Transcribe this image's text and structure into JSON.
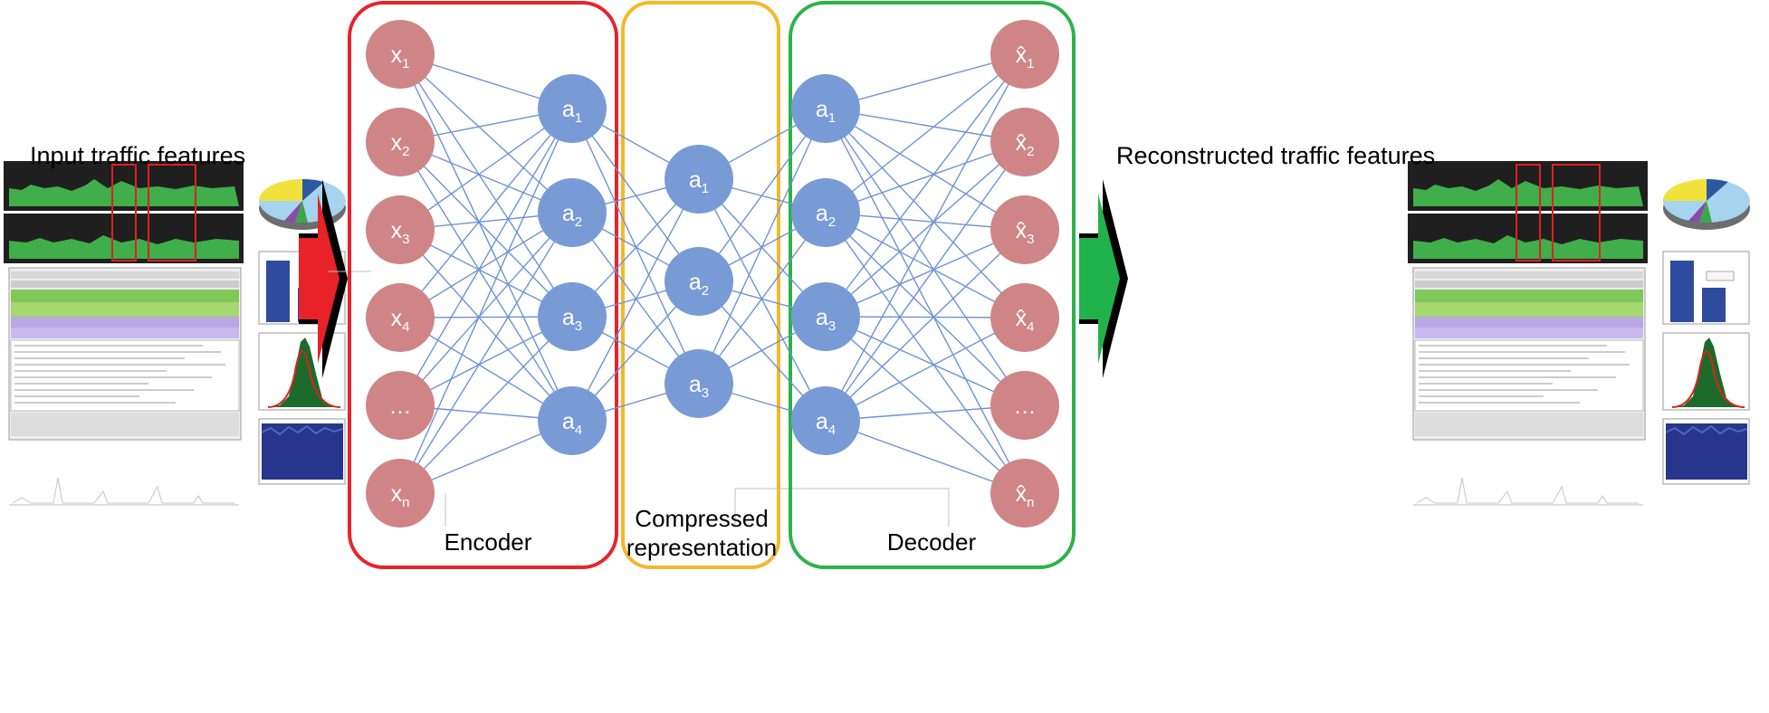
{
  "input_title": "Input traffic features",
  "output_title": "Reconstructed traffic features",
  "encoder_label": "Encoder",
  "compressed_label_line1": "Compressed",
  "compressed_label_line2": "representation",
  "decoder_label": "Decoder",
  "colors": {
    "encoder_box": "#e8232a",
    "compressed_box": "#f3b82b",
    "decoder_box": "#2db24a",
    "input_node": "#cf8585",
    "hidden_node": "#789bd6",
    "edge": "#6e93d6",
    "input_arrow": "#e82228",
    "output_arrow": "#22b24b"
  },
  "layers": [
    {
      "name": "input",
      "nodes": [
        {
          "base": "x",
          "sub": "1"
        },
        {
          "base": "x",
          "sub": "2"
        },
        {
          "base": "x",
          "sub": "3"
        },
        {
          "base": "x",
          "sub": "4"
        },
        {
          "base": "…",
          "sub": ""
        },
        {
          "base": "x",
          "sub": "n"
        }
      ]
    },
    {
      "name": "encoder-hidden",
      "nodes": [
        {
          "base": "a",
          "sub": "1"
        },
        {
          "base": "a",
          "sub": "2"
        },
        {
          "base": "a",
          "sub": "3"
        },
        {
          "base": "a",
          "sub": "4"
        }
      ]
    },
    {
      "name": "code",
      "nodes": [
        {
          "base": "a",
          "sub": "1"
        },
        {
          "base": "a",
          "sub": "2"
        },
        {
          "base": "a",
          "sub": "3"
        }
      ]
    },
    {
      "name": "decoder-hidden",
      "nodes": [
        {
          "base": "a",
          "sub": "1"
        },
        {
          "base": "a",
          "sub": "2"
        },
        {
          "base": "a",
          "sub": "3"
        },
        {
          "base": "a",
          "sub": "4"
        }
      ]
    },
    {
      "name": "output",
      "nodes": [
        {
          "base": "x̂",
          "sub": "1"
        },
        {
          "base": "x̂",
          "sub": "2"
        },
        {
          "base": "x̂",
          "sub": "3"
        },
        {
          "base": "x̂",
          "sub": "4"
        },
        {
          "base": "…",
          "sub": ""
        },
        {
          "base": "x̂",
          "sub": "n"
        }
      ]
    }
  ]
}
